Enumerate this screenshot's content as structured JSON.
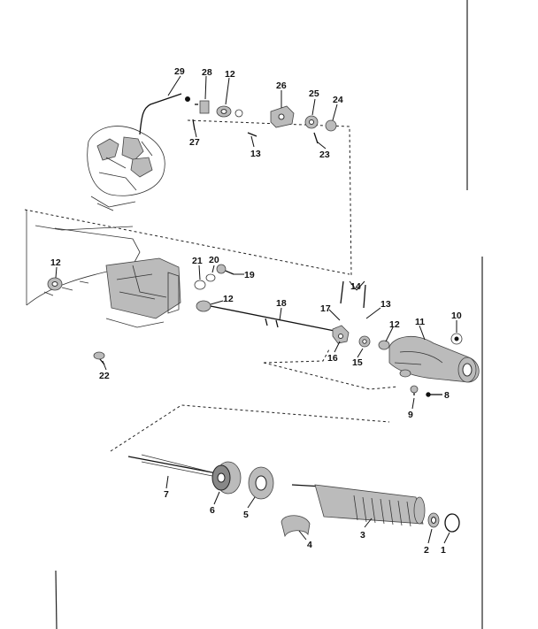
{
  "diagram": {
    "callouts": [
      {
        "id": "c29",
        "text": "29"
      },
      {
        "id": "c28",
        "text": "28"
      },
      {
        "id": "c12a",
        "text": "12"
      },
      {
        "id": "c26",
        "text": "26"
      },
      {
        "id": "c25",
        "text": "25"
      },
      {
        "id": "c24",
        "text": "24"
      },
      {
        "id": "c27",
        "text": "27"
      },
      {
        "id": "c13a",
        "text": "13"
      },
      {
        "id": "c23",
        "text": "23"
      },
      {
        "id": "c12b",
        "text": "12"
      },
      {
        "id": "c21",
        "text": "21"
      },
      {
        "id": "c20",
        "text": "20"
      },
      {
        "id": "c19",
        "text": "19"
      },
      {
        "id": "c12c",
        "text": "12"
      },
      {
        "id": "c18",
        "text": "18"
      },
      {
        "id": "c14",
        "text": "14"
      },
      {
        "id": "c17",
        "text": "17"
      },
      {
        "id": "c13b",
        "text": "13"
      },
      {
        "id": "c12d",
        "text": "12"
      },
      {
        "id": "c11",
        "text": "11"
      },
      {
        "id": "c10",
        "text": "10"
      },
      {
        "id": "c16",
        "text": "16"
      },
      {
        "id": "c15",
        "text": "15"
      },
      {
        "id": "c22",
        "text": "22"
      },
      {
        "id": "c9",
        "text": "9"
      },
      {
        "id": "c8",
        "text": "8"
      },
      {
        "id": "c7",
        "text": "7"
      },
      {
        "id": "c6",
        "text": "6"
      },
      {
        "id": "c5",
        "text": "5"
      },
      {
        "id": "c4",
        "text": "4"
      },
      {
        "id": "c3",
        "text": "3"
      },
      {
        "id": "c2",
        "text": "2"
      },
      {
        "id": "c1",
        "text": "1"
      }
    ]
  }
}
